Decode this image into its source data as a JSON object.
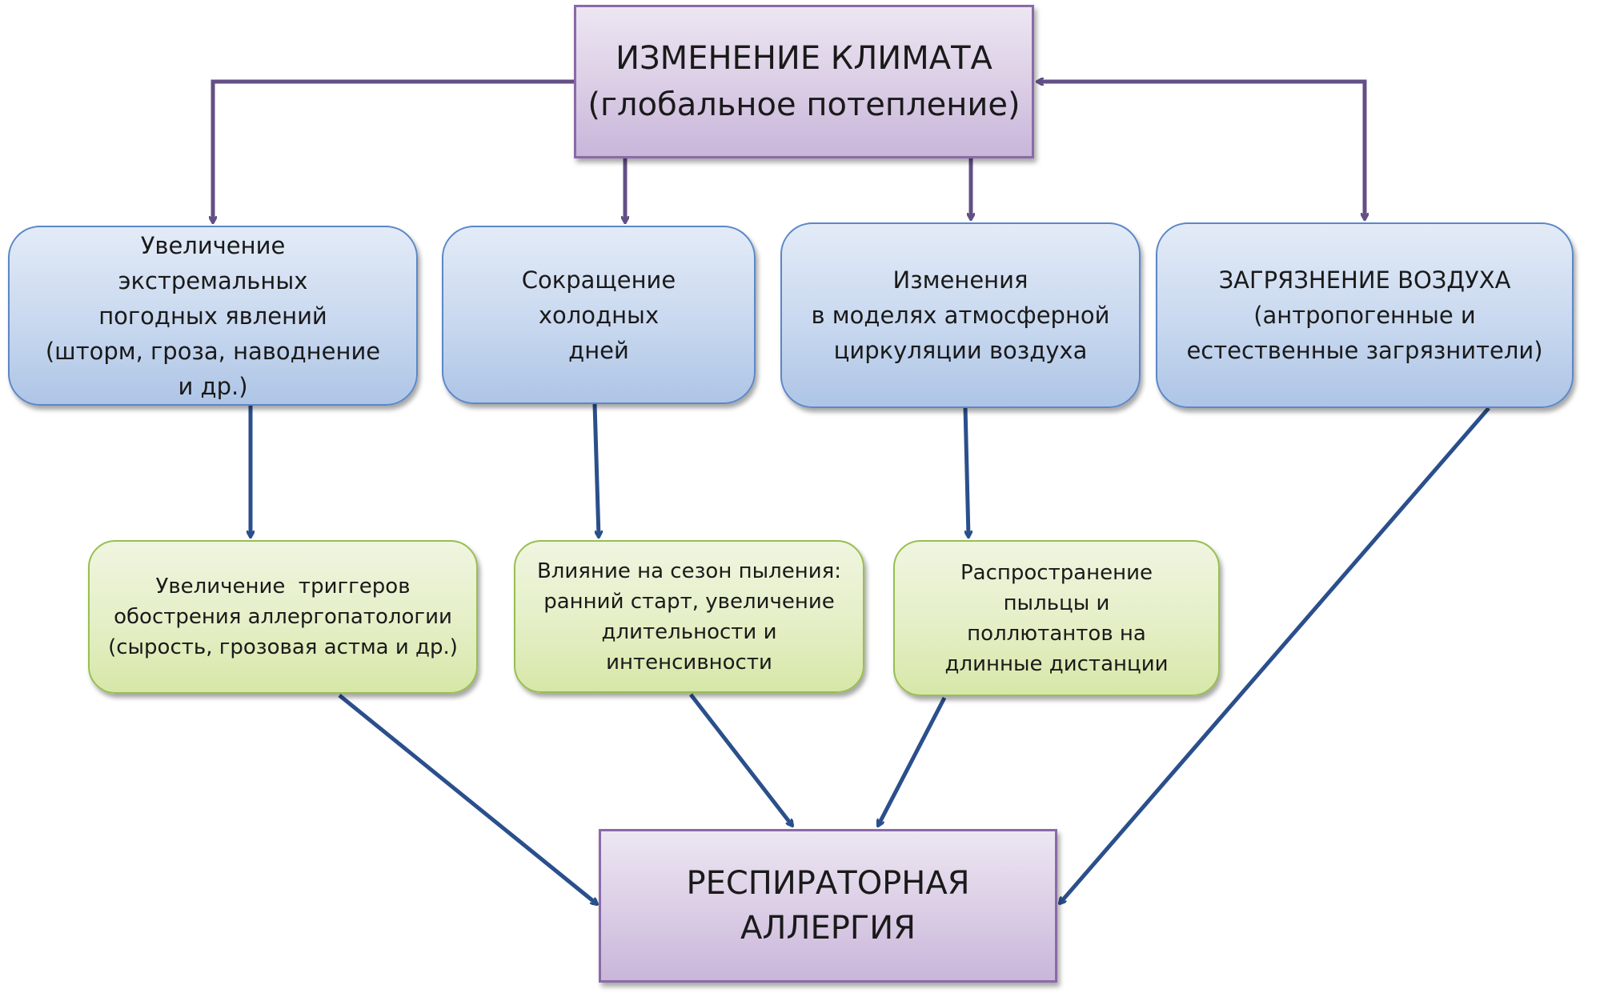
{
  "diagram": {
    "colors": {
      "purple_connector": "#634f86",
      "blue_connector": "#2a4f8c",
      "purple_box_border": "#8a6aa8",
      "blue_box_border": "#5b87c8",
      "green_box_border": "#98bf4f"
    },
    "top": {
      "lines": [
        "ИЗМЕНЕНИЕ КЛИМАТА",
        "(глобальное потепление)"
      ]
    },
    "factors": [
      {
        "lines": [
          "Увеличение",
          "экстремальных",
          "погодных явлений",
          "(шторм, гроза, наводнение",
          "и др.)"
        ]
      },
      {
        "lines": [
          "Сокращение",
          "холодных",
          "дней"
        ]
      },
      {
        "lines": [
          "Изменения",
          "в моделях атмосферной",
          "циркуляции воздуха"
        ]
      },
      {
        "lines": [
          "ЗАГРЯЗНЕНИЕ ВОЗДУХА",
          "(антропогенные и",
          "естественные загрязнители)"
        ]
      }
    ],
    "effects": [
      {
        "lines": [
          "Увеличение  триггеров",
          "обострения аллергопатологии",
          "(сырость, грозовая астма и др.)"
        ]
      },
      {
        "lines": [
          "Влияние на сезон пыления:",
          "ранний старт, увеличение",
          "длительности и",
          "интенсивности"
        ]
      },
      {
        "lines": [
          "Распространение",
          "пыльцы и",
          "поллютантов на",
          "длинные дистанции"
        ]
      }
    ],
    "bottom": {
      "lines": [
        "РЕСПИРАТОРНАЯ",
        "АЛЛЕРГИЯ"
      ]
    },
    "edges": [
      {
        "from": "top",
        "to": "factor-1",
        "style": "elbow",
        "color": "purple"
      },
      {
        "from": "top",
        "to": "factor-2",
        "style": "straight",
        "color": "purple"
      },
      {
        "from": "top",
        "to": "factor-3",
        "style": "straight",
        "color": "purple"
      },
      {
        "from": "top",
        "to": "factor-4",
        "style": "elbow",
        "color": "purple",
        "bidirectional": true
      },
      {
        "from": "factor-1",
        "to": "effect-1",
        "color": "blue"
      },
      {
        "from": "factor-2",
        "to": "effect-2",
        "color": "blue"
      },
      {
        "from": "factor-3",
        "to": "effect-3",
        "color": "blue"
      },
      {
        "from": "effect-1",
        "to": "bottom",
        "color": "blue"
      },
      {
        "from": "effect-2",
        "to": "bottom",
        "color": "blue"
      },
      {
        "from": "effect-3",
        "to": "bottom",
        "color": "blue"
      },
      {
        "from": "factor-4",
        "to": "bottom",
        "color": "blue"
      }
    ]
  }
}
